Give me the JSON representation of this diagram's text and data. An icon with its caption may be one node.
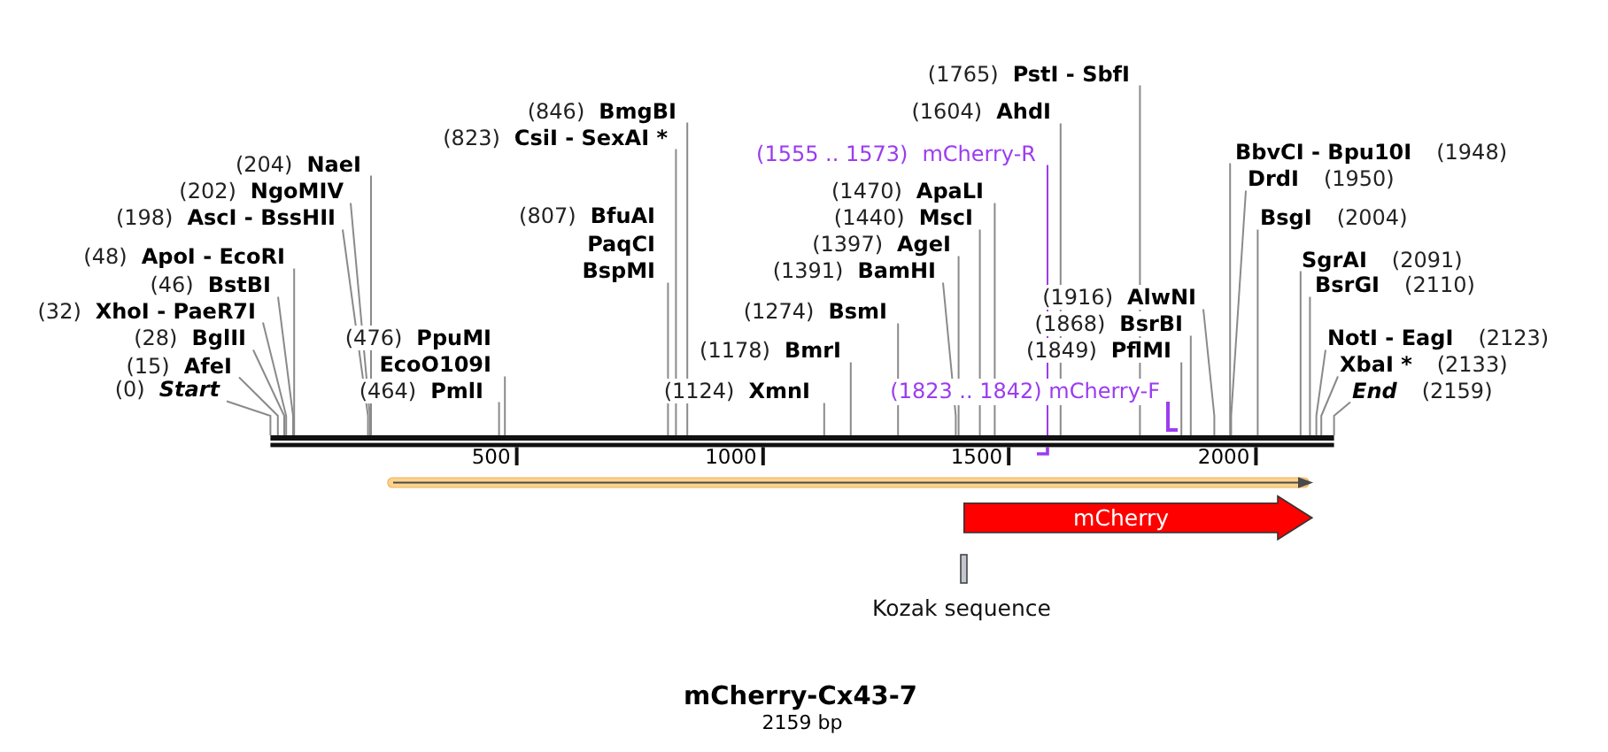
{
  "diagram": {
    "title": "mCherry-Cx43-7",
    "caption": "2159 bp",
    "nodes": [
      {
        "text": [
          "(0)",
          "Start"
        ]
      },
      {
        "text": [
          "(15)",
          "AfeI"
        ]
      },
      {
        "text": [
          "(28)",
          "BglII"
        ]
      },
      {
        "text": [
          "(32)",
          "XhoI - PaeR7I"
        ]
      },
      {
        "text": [
          "(46)",
          "BstBI"
        ]
      },
      {
        "text": [
          "(48)",
          "ApoI - EcoRI"
        ]
      },
      {
        "text": [
          "(198)",
          "AscI - BssHII"
        ]
      },
      {
        "text": [
          "(202)",
          "NgoMIV"
        ]
      },
      {
        "text": [
          "(204)",
          "NaeI"
        ]
      },
      {
        "text": [
          "(464)",
          "PmlI"
        ]
      },
      {
        "text": [
          "(476)",
          "PpuMI",
          "EcoO109I"
        ]
      },
      {
        "text": [
          "(807)",
          "BfuAI",
          "PaqCI",
          "BspMI"
        ]
      },
      {
        "text": [
          "(823)",
          "CsiI - SexAI *"
        ]
      },
      {
        "text": [
          "(846)",
          "BmgBI"
        ]
      },
      {
        "text": [
          "(1124)",
          "XmnI"
        ]
      },
      {
        "text": [
          "(1178)",
          "BmrI"
        ]
      },
      {
        "text": [
          "(1274)",
          "BsmI"
        ]
      },
      {
        "text": [
          "(1391)",
          "BamHI"
        ]
      },
      {
        "text": [
          "(1397)",
          "AgeI"
        ]
      },
      {
        "text": [
          "(1440)",
          "MscI"
        ]
      },
      {
        "text": [
          "(1470)",
          "ApaLI"
        ]
      },
      {
        "text": [
          "(1555 .. 1573)",
          "mCherry-R"
        ]
      },
      {
        "text": [
          "(1604)",
          "AhdI"
        ]
      },
      {
        "text": [
          "(1765)",
          "PstI - SbfI"
        ]
      },
      {
        "text": [
          "(1849)",
          "PflMI"
        ]
      },
      {
        "text": [
          "(1868)",
          "BsrBI"
        ]
      },
      {
        "text": [
          "(1916)",
          "AlwNI"
        ]
      },
      {
        "text": [
          "BbvCI - Bpu10I",
          "(1948)"
        ]
      },
      {
        "text": [
          "DrdI",
          "(1950)"
        ]
      },
      {
        "text": [
          "BsgI",
          "(2004)"
        ]
      },
      {
        "text": [
          "SgrAI",
          "(2091)"
        ]
      },
      {
        "text": [
          "BsrGI",
          "(2110)"
        ]
      },
      {
        "text": [
          "NotI - EagI",
          "(2123)"
        ]
      },
      {
        "text": [
          "XbaI *",
          "(2133)"
        ]
      },
      {
        "text": [
          "End",
          "(2159)"
        ]
      },
      {
        "text": [],
        "shape": "bar",
        "beside": [
          "500",
          "1000",
          "1500",
          "2000"
        ]
      },
      {
        "text": [
          "mCherry"
        ]
      },
      {
        "text": [
          "Kozak sequence"
        ]
      }
    ],
    "edges": [
      {
        "from": 0,
        "to": 35,
        "arrow": "none"
      },
      {
        "from": 1,
        "to": 35,
        "arrow": "none"
      },
      {
        "from": 2,
        "to": 35,
        "arrow": "none"
      },
      {
        "from": 3,
        "to": 35,
        "arrow": "none"
      },
      {
        "from": 4,
        "to": 35,
        "arrow": "none"
      },
      {
        "from": 5,
        "to": 35,
        "arrow": "none"
      },
      {
        "from": 6,
        "to": 35,
        "arrow": "none"
      },
      {
        "from": 7,
        "to": 35,
        "arrow": "none"
      },
      {
        "from": 8,
        "to": 35,
        "arrow": "none"
      },
      {
        "from": 9,
        "to": 35,
        "arrow": "none"
      },
      {
        "from": 10,
        "to": 35,
        "arrow": "none"
      },
      {
        "from": 11,
        "to": 35,
        "arrow": "none"
      },
      {
        "from": 12,
        "to": 35,
        "arrow": "none"
      },
      {
        "from": 13,
        "to": 35,
        "arrow": "none"
      },
      {
        "from": 14,
        "to": 35,
        "arrow": "none"
      },
      {
        "from": 15,
        "to": 35,
        "arrow": "none"
      },
      {
        "from": 16,
        "to": 35,
        "arrow": "none"
      },
      {
        "from": 17,
        "to": 35,
        "arrow": "none"
      },
      {
        "from": 18,
        "to": 35,
        "arrow": "none"
      },
      {
        "from": 19,
        "to": 35,
        "arrow": "none"
      },
      {
        "from": 20,
        "to": 35,
        "arrow": "none"
      },
      {
        "from": 21,
        "to": 35,
        "arrow": "none",
        "color": "#9b3cf0"
      },
      {
        "from": 22,
        "to": 35,
        "arrow": "none"
      },
      {
        "from": 23,
        "to": 35,
        "arrow": "none"
      },
      {
        "from": 24,
        "to": 35,
        "arrow": "none"
      },
      {
        "from": 25,
        "to": 35,
        "arrow": "none"
      },
      {
        "from": 26,
        "to": 35,
        "arrow": "none"
      },
      {
        "from": 27,
        "to": 35,
        "arrow": "none"
      },
      {
        "from": 28,
        "to": 35,
        "arrow": "none"
      },
      {
        "from": 29,
        "to": 35,
        "arrow": "none"
      },
      {
        "from": 30,
        "to": 35,
        "arrow": "none"
      },
      {
        "from": 31,
        "to": 35,
        "arrow": "none"
      },
      {
        "from": 32,
        "to": 35,
        "arrow": "none"
      },
      {
        "from": 33,
        "to": 35,
        "arrow": "none"
      },
      {
        "from": 34,
        "to": 35,
        "arrow": "none"
      }
    ],
    "labels": [
      "(1823 .. 1842) mCherry-F"
    ]
  }
}
